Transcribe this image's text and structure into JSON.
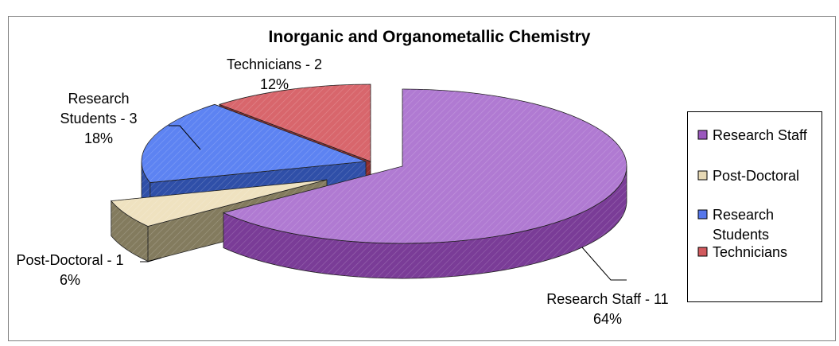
{
  "chart_data": {
    "type": "pie",
    "style": "3d-exploded",
    "title": "Inorganic and Organometallic Chemistry",
    "categories": [
      "Research Staff",
      "Post-Doctoral",
      "Research Students",
      "Technicians"
    ],
    "values": [
      11,
      1,
      3,
      2
    ],
    "percent_labels": [
      "64%",
      "6%",
      "18%",
      "12%"
    ],
    "data_labels": [
      [
        "Research Staff - 11",
        "64%"
      ],
      [
        "Post-Doctoral - 1",
        "6%"
      ],
      [
        "Research",
        "Students - 3",
        "18%"
      ],
      [
        "Technicians - 2",
        "12%"
      ]
    ],
    "legend": {
      "position": "right",
      "entries": [
        [
          "Research Staff"
        ],
        [
          "Post-Doctoral"
        ],
        [
          "Research",
          "Students"
        ],
        [
          "Technicians"
        ]
      ]
    },
    "colors": {
      "top": [
        "#b07ad2",
        "#efe2c0",
        "#5d83f2",
        "#d8666c"
      ],
      "side": [
        "#7a3c97",
        "#837b5e",
        "#2f4fa8",
        "#8f2e2e"
      ],
      "legend": [
        "#9a58bd",
        "#e6d8b4",
        "#5576ea",
        "#d25a5e"
      ],
      "frame": "#808080"
    }
  }
}
